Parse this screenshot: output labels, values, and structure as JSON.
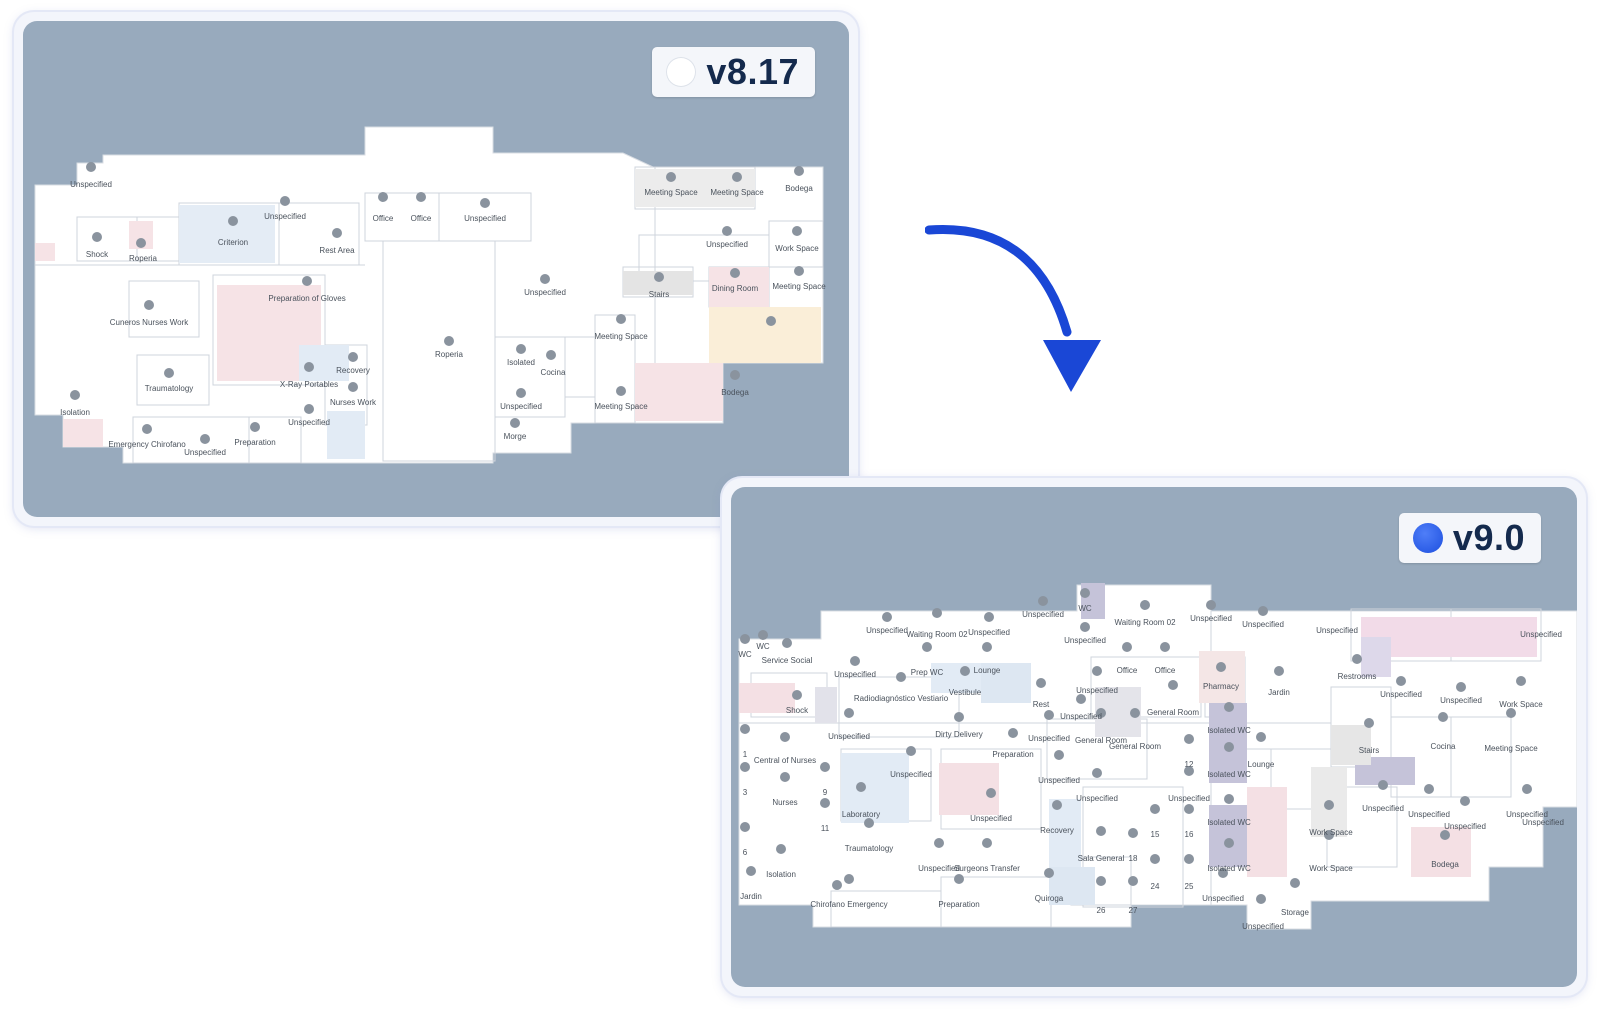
{
  "versions": {
    "old": {
      "label": "v8.17",
      "dot_color": "#ffffff"
    },
    "new": {
      "label": "v9.0",
      "dot_color": "#2b5ce8"
    }
  },
  "colors": {
    "map_background": "#98aabd",
    "arrow": "#1a47d6",
    "floor": "#ffffff"
  },
  "old_map": {
    "labels": [
      "Unspecified",
      "Unspecified",
      "Office",
      "Office",
      "Unspecified",
      "Shock",
      "Roperia",
      "Criterion",
      "Rest Area",
      "Preparation of Gloves",
      "Cuneros Nurses Work",
      "Traumatology",
      "Isolation",
      "X-Ray Portables",
      "Recovery",
      "Nurses Work",
      "Unspecified",
      "Roperia",
      "Isolated",
      "Cocina",
      "Unspecified",
      "Morge",
      "Meeting Space",
      "Meeting Space",
      "Meeting Space",
      "Meeting Space",
      "Bodega",
      "Unspecified",
      "Work Space",
      "Stairs",
      "Dining Room",
      "Meeting Space",
      "Bodega",
      "Unspecified",
      "Emergency Chirofano",
      "Unspecified",
      "Preparation"
    ]
  },
  "new_map": {
    "labels": [
      "WC",
      "WC",
      "Service Social",
      "Unspecified",
      "Waiting Room 02",
      "Unspecified",
      "Unspecified",
      "WC",
      "Waiting Room 02",
      "Unspecified",
      "Unspecified",
      "Unspecified",
      "Unspecified",
      "Prep WC",
      "Lounge",
      "Unspecified",
      "Office",
      "Office",
      "Radiodiagnóstico Vestiario",
      "Vestibule",
      "Rest",
      "Unspecified",
      "Pharmacy",
      "Jardin",
      "Restrooms",
      "Unspecified",
      "Unspecified",
      "Work Space",
      "Shock",
      "Unspecified",
      "Dirty Delivery",
      "Preparation",
      "Unspecified",
      "General Room",
      "General Room",
      "General Room",
      "Isolated WC",
      "Lounge",
      "Isolated WC",
      "Stairs",
      "Cocina",
      "Meeting Space",
      "1",
      "Central of Nurses",
      "3",
      "9",
      "Unspecified",
      "Unspecified",
      "Unspecified",
      "12",
      "Unspecified",
      "Unspecified",
      "Nurses",
      "Laboratory",
      "11",
      "Unspecified",
      "Recovery",
      "15",
      "16",
      "Isolated WC",
      "Work Space",
      "Unspecified",
      "Unspecified",
      "Unspecified",
      "6",
      "Traumatology",
      "Unspecified",
      "Surgeons Transfer",
      "Sala General",
      "18",
      "Isolated WC",
      "Work Space",
      "Bodega",
      "Isolation",
      "Jardin",
      "Chirofano Emergency",
      "Preparation",
      "Quiroga",
      "24",
      "25",
      "Unspecified",
      "Storage",
      "26",
      "27",
      "Unspecified",
      "Unspecified",
      "Unspecified",
      "Unspecified"
    ]
  }
}
